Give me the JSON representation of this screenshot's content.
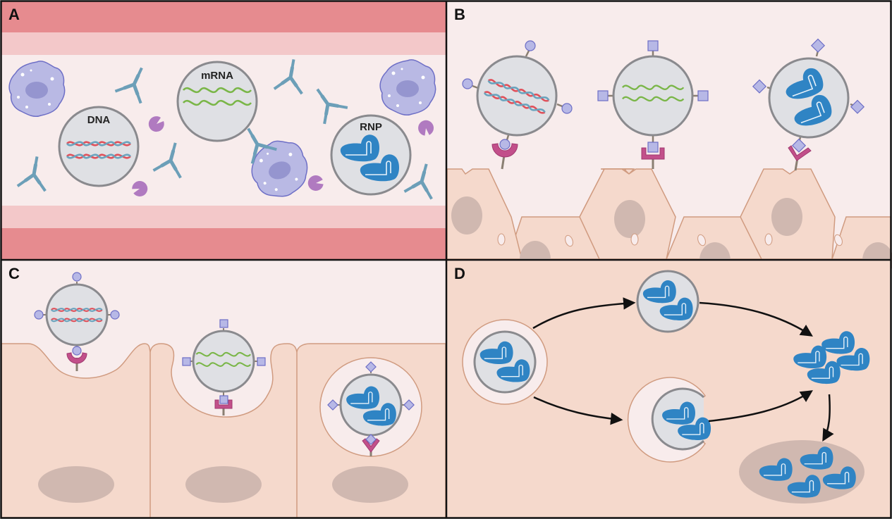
{
  "figure": {
    "panels": [
      {
        "id": "A",
        "label": "A",
        "title": "Bloodstream barriers",
        "cargos": [
          "DNA",
          "mRNA",
          "RNP"
        ]
      },
      {
        "id": "B",
        "label": "B",
        "title": "Targeting ligands binding cell-surface receptors"
      },
      {
        "id": "C",
        "label": "C",
        "title": "Endocytosis of nanoparticles"
      },
      {
        "id": "D",
        "label": "D",
        "title": "Endosomal escape and nuclear delivery"
      }
    ],
    "cargo_labels": {
      "dna": "DNA",
      "mrna": "mRNA",
      "rnp": "RNP"
    },
    "colors": {
      "vessel_wall_dark": "#e68b8f",
      "vessel_wall_light": "#f3c8c9",
      "lumen": "#f8ecec",
      "cell": "#f5d9cc",
      "cell_border": "#d09b80",
      "nucleus": "#d0b8b0",
      "particle_fill": "#dfe0e4",
      "particle_border": "#8a8a8e",
      "dna_red": "#e0505a",
      "dna_blue": "#6aa3bd",
      "mrna_green": "#7ab648",
      "rnp_blue": "#2f84c4",
      "ligand": "#b7b8e6",
      "ligand_border": "#6e6fc6",
      "receptor": "#c24f8a",
      "antibody": "#6c9fb8",
      "macrophage": "#b9b9e4",
      "complement": "#b07ac0"
    }
  }
}
